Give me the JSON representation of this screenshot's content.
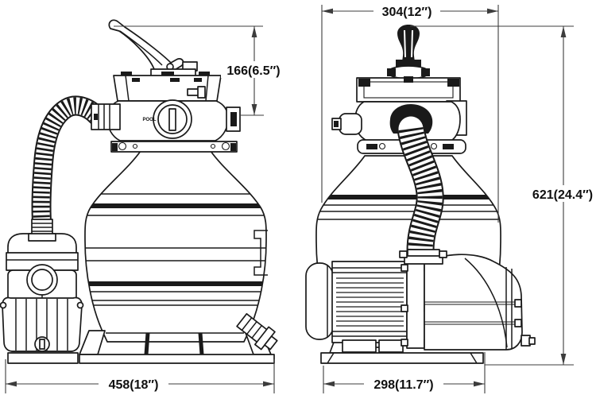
{
  "figure": {
    "type": "technical line drawing",
    "subject": "Sand filter pump system — front and side orthographic views with dimension annotations",
    "background": "#ffffff",
    "line_color": "#1a1a1a",
    "dimension_line_color": "#3c3c3c"
  },
  "labels": {
    "pool_port": "POOL"
  },
  "dimensions": {
    "valve_height": "166(6.5″)",
    "front_base_width": "458(18″)",
    "top_width": "304(12″)",
    "overall_height": "621(24.4″)",
    "side_base_width": "298(11.7″)"
  }
}
